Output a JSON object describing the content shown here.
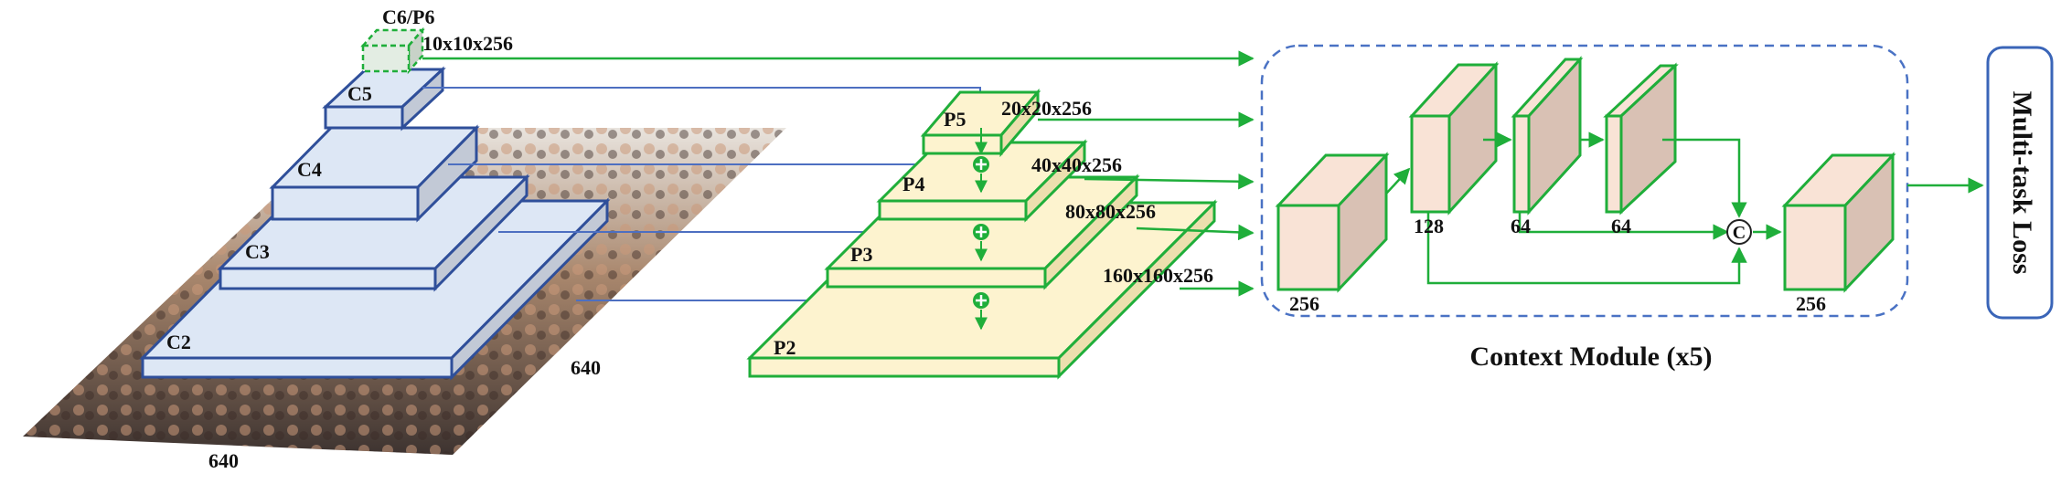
{
  "backbone": {
    "c6p6_label": "C6/P6",
    "c6p6_size": "10x10x256",
    "levels": [
      "C5",
      "C4",
      "C3",
      "C2"
    ],
    "width_label": "640",
    "height_label": "640"
  },
  "fpn": {
    "levels": [
      "P5",
      "P4",
      "P3",
      "P2"
    ],
    "sizes": [
      "20x20x256",
      "40x40x256",
      "80x80x256",
      "160x160x256"
    ]
  },
  "context_module": {
    "title": "Context Module (x5)",
    "channels": [
      "256",
      "128",
      "64",
      "64",
      "256"
    ],
    "concat_symbol": "C"
  },
  "loss": {
    "label": "Multi-task Loss"
  },
  "colors": {
    "backbone_stroke": "#2f4f9a",
    "backbone_top": "#dde7f5",
    "backbone_side": "#c2c9d6",
    "fpn_stroke": "#1fae3a",
    "fpn_fill": "#fdf3cf",
    "ctx_front": "#f9e3d6",
    "ctx_side": "#d9c1b4",
    "arrow_green": "#1fae3a",
    "arrow_blue": "#4d6fc1",
    "dash_blue": "#4a72c4"
  }
}
